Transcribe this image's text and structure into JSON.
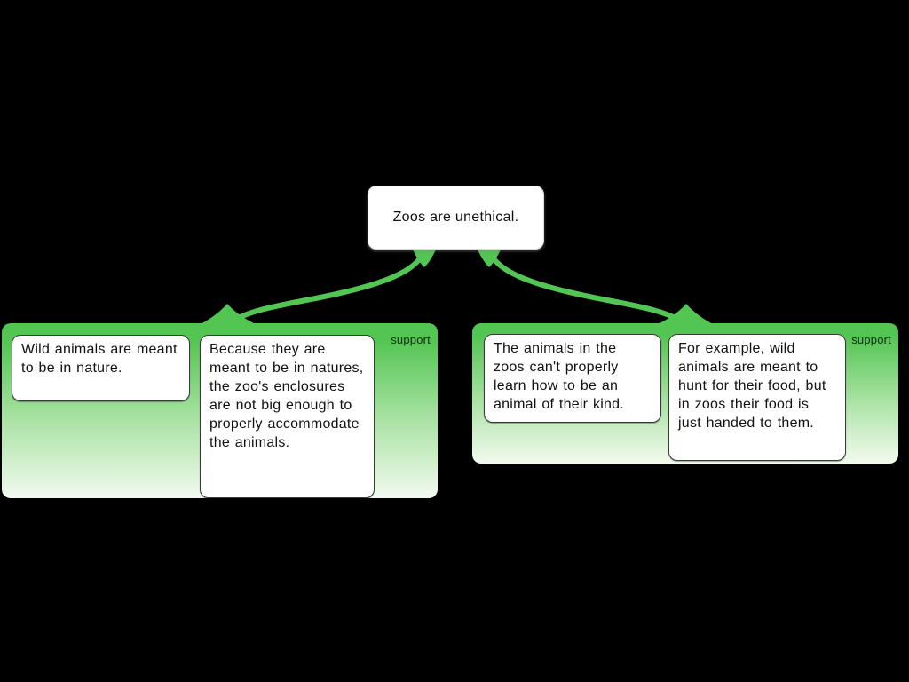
{
  "root_node": {
    "label": "Zoos are unethical."
  },
  "groups": [
    {
      "relation_label": "support",
      "cards": [
        "Wild animals are meant to be in nature.",
        "Because they are meant to be in natures, the zoo's enclosures are not big enough to properly accommodate the animals."
      ]
    },
    {
      "relation_label": "support",
      "cards": [
        "The animals in the zoos can't properly learn how to be an animal of their kind.",
        "For example, wild animals are meant to hunt for their food, but in zoos their food is just handed to them."
      ]
    }
  ],
  "colors": {
    "canvas_background": "#000000",
    "connector_green": "#52C552",
    "group_gradient_top": "#52C552",
    "group_gradient_bottom": "#F2FAEF",
    "card_background": "#FFFFFF",
    "card_border": "#3A3A3A",
    "text": "#111111",
    "relation_label_text": "#0B2D0B"
  }
}
